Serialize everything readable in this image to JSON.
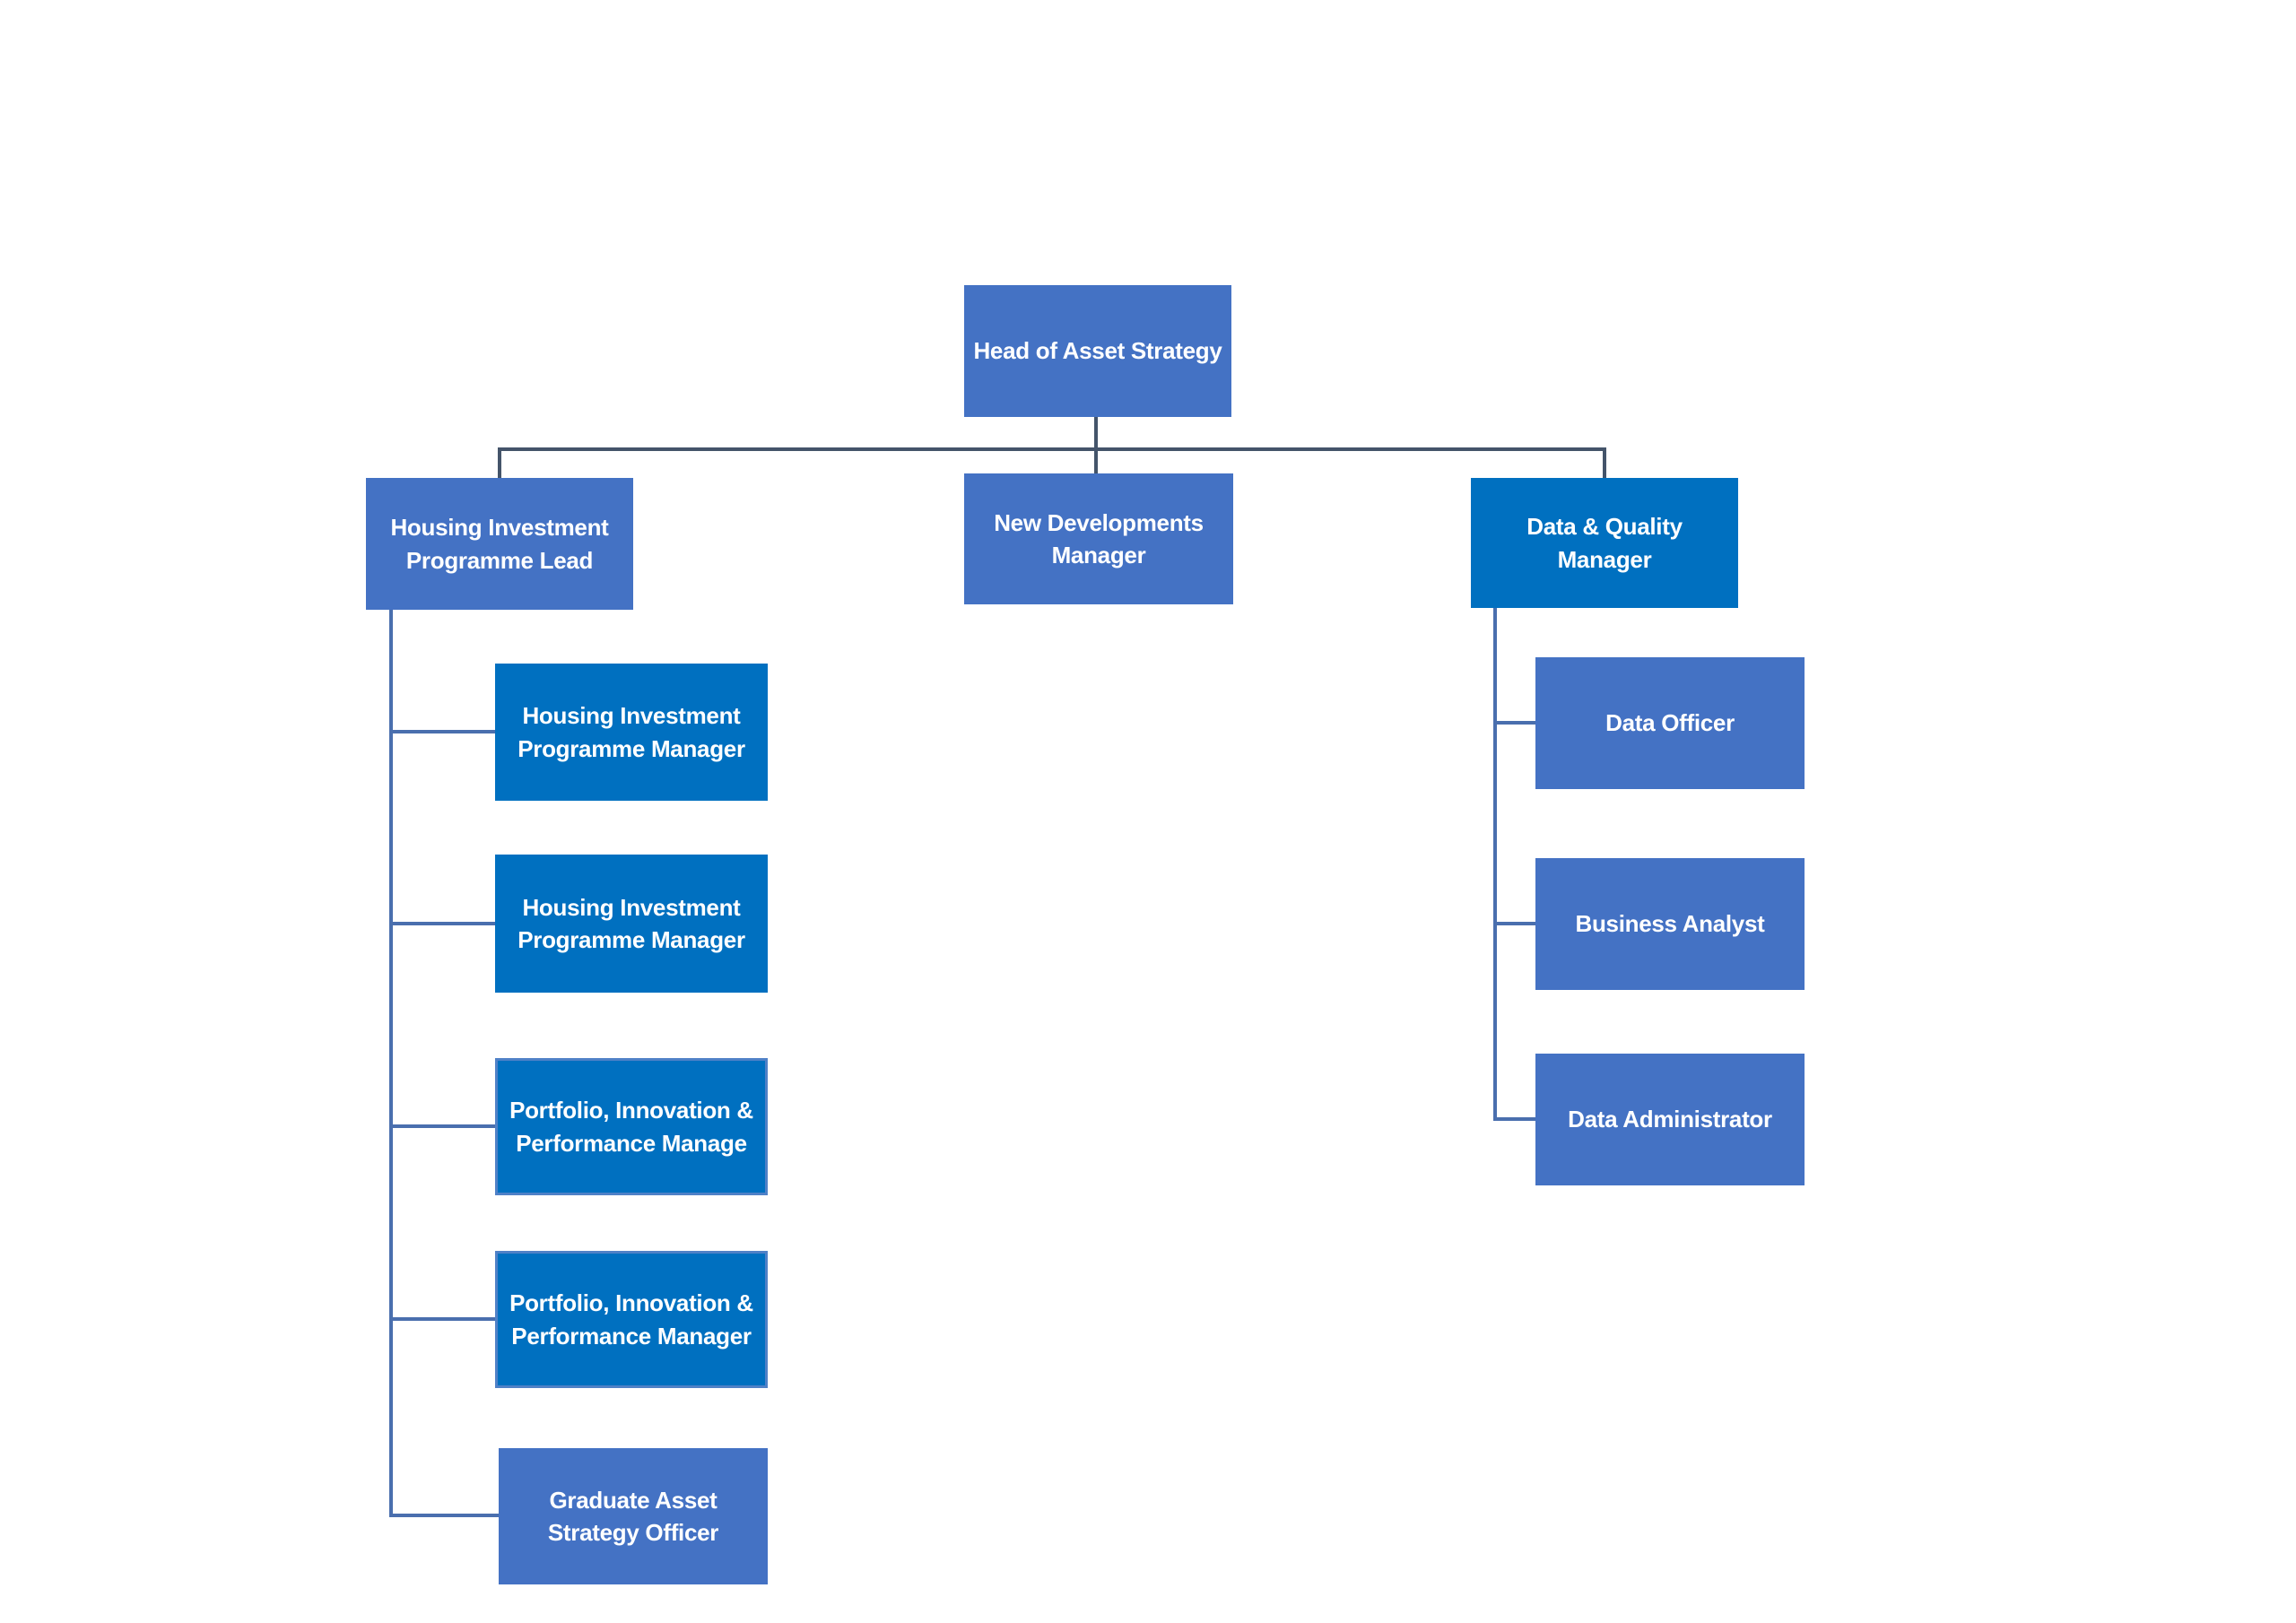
{
  "colors": {
    "accent_medium": "#4472C4",
    "accent_dark": "#0070C0",
    "connector_dark": "#44546A",
    "connector_blue": "#4A6FAE",
    "selection_border": "#4F81C7",
    "node_text": "#FFFFFF",
    "background": "#FFFFFF"
  },
  "org_chart": {
    "root": {
      "label": "Head of Asset Strategy"
    },
    "second_level": {
      "housing_lead": {
        "label": "Housing Investment Programme Lead"
      },
      "new_developments_manager": {
        "label": "New Developments Manager"
      },
      "data_quality_manager": {
        "label": "Data & Quality Manager"
      }
    },
    "housing_lead_reports": {
      "programme_manager_1": {
        "label": "Housing Investment Programme Manager"
      },
      "programme_manager_2": {
        "label": "Housing Investment Programme Manager"
      },
      "pip_manager_truncated": {
        "label": "Portfolio, Innovation & Performance Manage"
      },
      "pip_manager": {
        "label": "Portfolio, Innovation & Performance Manager"
      },
      "graduate_officer": {
        "label": "Graduate Asset Strategy Officer"
      }
    },
    "data_quality_reports": {
      "data_officer": {
        "label": "Data Officer"
      },
      "business_analyst": {
        "label": "Business Analyst"
      },
      "data_administrator": {
        "label": "Data Administrator"
      }
    }
  }
}
